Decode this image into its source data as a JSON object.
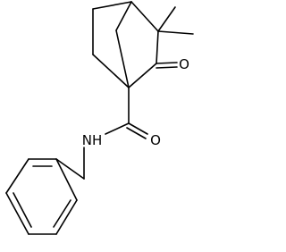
{
  "structure": {
    "atom_labels": {
      "oxygen_ketone": "O",
      "oxygen_amide": "O",
      "amide_nitrogen": "NH"
    }
  }
}
